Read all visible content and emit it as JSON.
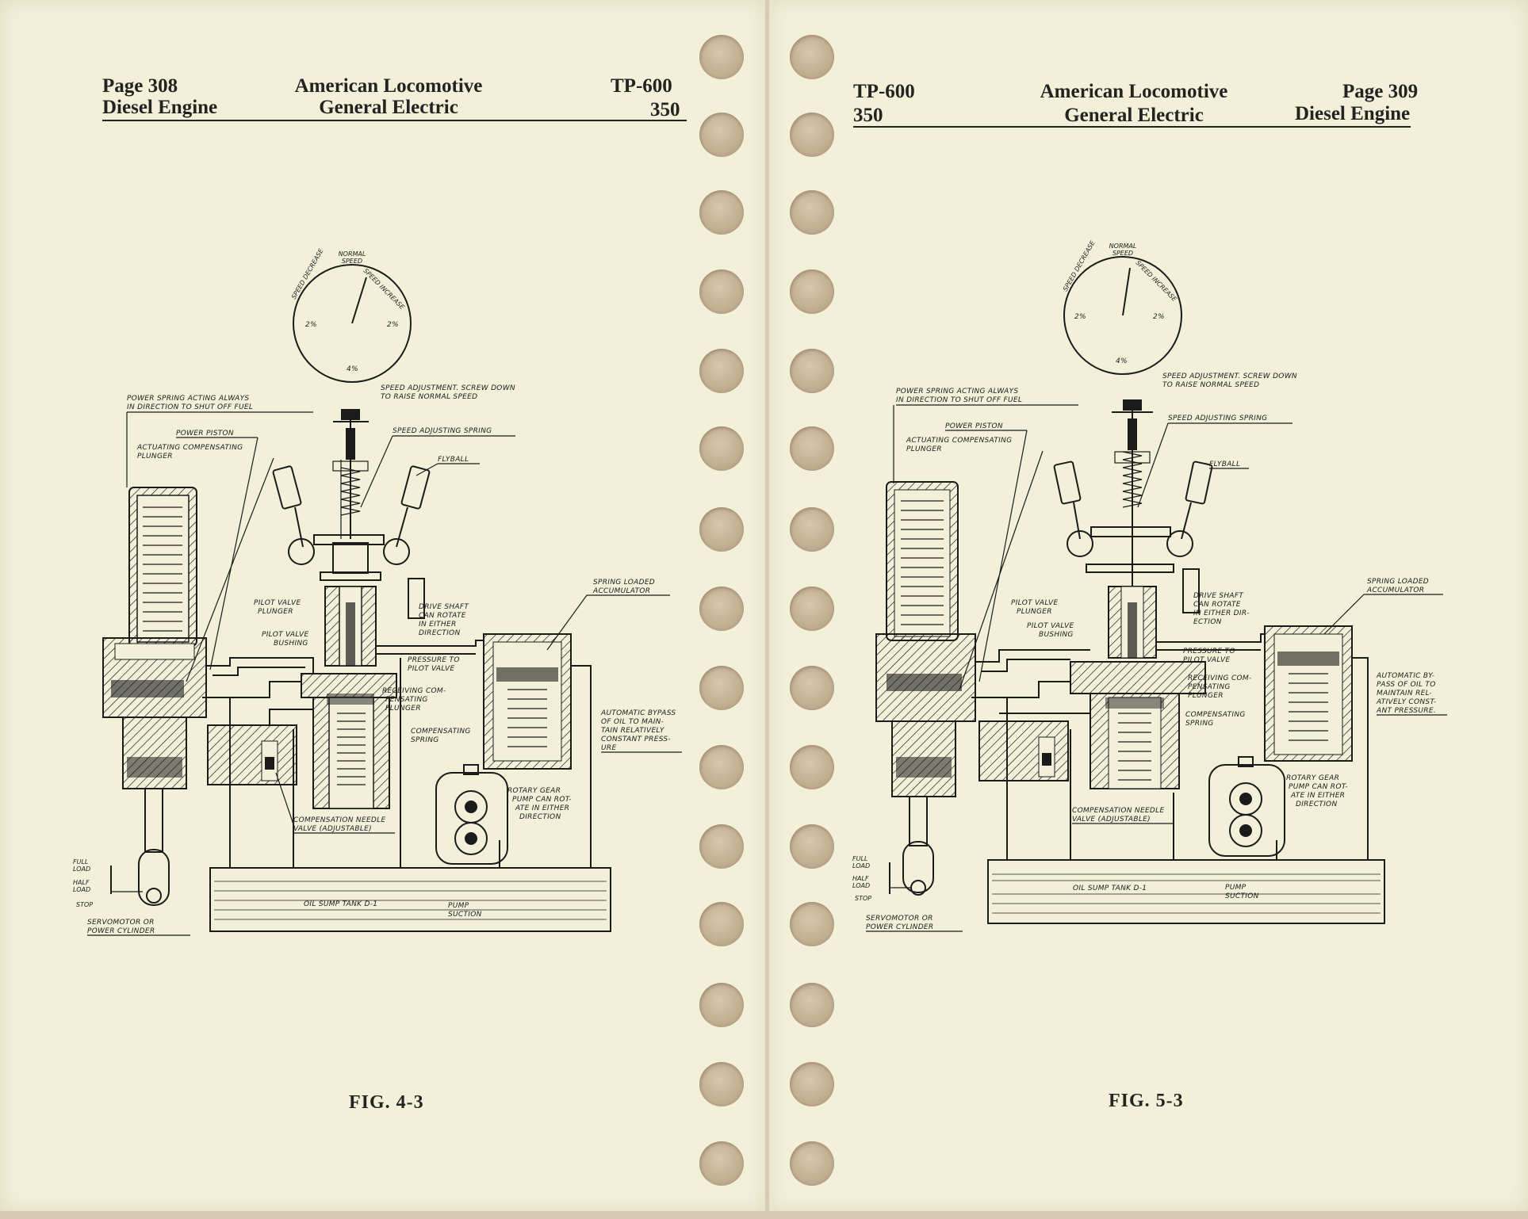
{
  "left_page": {
    "header": {
      "page_number": "Page 308",
      "engine": "Diesel Engine",
      "title_line1": "American Locomotive",
      "title_line2": "General Electric",
      "doc_code": "TP-600",
      "doc_number": "350"
    },
    "figure_caption": "FIG. 4-3",
    "labels": {
      "normal_speed_1": "NORMAL",
      "normal_speed_2": "SPEED",
      "speed_decrease": "SPEED DECREASE",
      "speed_increase": "SPEED INCREASE",
      "dial_left": "2%",
      "dial_right": "2%",
      "dial_bottom": "4%",
      "speed_adjustment_1": "SPEED ADJUSTMENT. SCREW DOWN",
      "speed_adjustment_2": "TO RAISE NORMAL SPEED",
      "power_spring_1": "POWER SPRING ACTING ALWAYS",
      "power_spring_2": "IN DIRECTION TO SHUT OFF FUEL",
      "power_piston": "POWER PISTON",
      "speed_adjusting_spring": "SPEED ADJUSTING SPRING",
      "actuating_1": "ACTUATING COMPENSATING",
      "actuating_2": "PLUNGER",
      "flyball": "FLYBALL",
      "spring_loaded_1": "SPRING LOADED",
      "spring_loaded_2": "ACCUMULATOR",
      "pilot_valve_plunger_1": "PILOT VALVE",
      "pilot_valve_plunger_2": "PLUNGER",
      "drive_shaft_1": "DRIVE SHAFT",
      "drive_shaft_2": "CAN ROTATE",
      "drive_shaft_3": "IN EITHER",
      "drive_shaft_4": "DIRECTION",
      "pilot_valve_bushing_1": "PILOT VALVE",
      "pilot_valve_bushing_2": "BUSHING",
      "pressure_1": "PRESSURE TO",
      "pressure_2": "PILOT VALVE",
      "receiving_1": "RECEIVING COM-",
      "receiving_2": "PENSATING",
      "receiving_3": "PLUNGER",
      "bypass_1": "AUTOMATIC BYPASS",
      "bypass_2": "OF OIL TO MAIN-",
      "bypass_3": "TAIN RELATIVELY",
      "bypass_4": "CONSTANT PRESS-",
      "bypass_5": "URE",
      "compensating_spring_1": "COMPENSATING",
      "compensating_spring_2": "SPRING",
      "rotary_1": "ROTARY GEAR",
      "rotary_2": "PUMP CAN ROT-",
      "rotary_3": "ATE IN EITHER",
      "rotary_4": "DIRECTION",
      "needle_1": "COMPENSATION NEEDLE",
      "needle_2": "VALVE (ADJUSTABLE)",
      "full_load_1": "FULL",
      "full_load_2": "LOAD",
      "half_load_1": "HALF",
      "half_load_2": "LOAD",
      "stop": "STOP",
      "servomotor_1": "SERVOMOTOR OR",
      "servomotor_2": "POWER CYLINDER",
      "oil_sump": "OIL SUMP TANK D-1",
      "pump_suction_1": "PUMP",
      "pump_suction_2": "SUCTION"
    }
  },
  "right_page": {
    "header": {
      "doc_code": "TP-600",
      "doc_number": "350",
      "title_line1": "American Locomotive",
      "title_line2": "General Electric",
      "page_number": "Page 309",
      "engine": "Diesel Engine"
    },
    "figure_caption": "FIG. 5-3",
    "labels": {
      "normal_speed_1": "NORMAL",
      "normal_speed_2": "SPEED",
      "speed_decrease": "SPEED DECREASE",
      "speed_increase": "SPEED INCREASE",
      "dial_left": "2%",
      "dial_right": "2%",
      "dial_bottom": "4%",
      "speed_adjustment_1": "SPEED ADJUSTMENT. SCREW DOWN",
      "speed_adjustment_2": "TO RAISE NORMAL SPEED",
      "power_spring_1": "POWER SPRING ACTING ALWAYS",
      "power_spring_2": "IN DIRECTION TO SHUT OFF FUEL",
      "power_piston": "POWER PISTON",
      "speed_adjusting_spring": "SPEED ADJUSTING SPRING",
      "actuating_1": "ACTUATING COMPENSATING",
      "actuating_2": "PLUNGER",
      "flyball": "FLYBALL",
      "spring_loaded_1": "SPRING LOADED",
      "spring_loaded_2": "ACCUMULATOR",
      "pilot_valve_plunger_1": "PILOT VALVE",
      "pilot_valve_plunger_2": "PLUNGER",
      "drive_shaft_1": "DRIVE SHAFT",
      "drive_shaft_2": "CAN ROTATE",
      "drive_shaft_3": "IN EITHER DIR-",
      "drive_shaft_4": "ECTION",
      "pilot_valve_bushing_1": "PILOT VALVE",
      "pilot_valve_bushing_2": "BUSHING",
      "pressure_1": "PRESSURE TO",
      "pressure_2": "PILOT VALVE",
      "receiving_1": "RECEIVING COM-",
      "receiving_2": "PENSATING",
      "receiving_3": "PLUNGER",
      "bypass_1": "AUTOMATIC BY-",
      "bypass_2": "PASS OF OIL TO",
      "bypass_3": "MAINTAIN REL-",
      "bypass_4": "ATIVELY CONST-",
      "bypass_5": "ANT PRESSURE.",
      "compensating_spring_1": "COMPENSATING",
      "compensating_spring_2": "SPRING",
      "rotary_1": "ROTARY GEAR",
      "rotary_2": "PUMP CAN ROT-",
      "rotary_3": "ATE IN EITHER",
      "rotary_4": "DIRECTION",
      "needle_1": "COMPENSATION NEEDLE",
      "needle_2": "VALVE (ADJUSTABLE)",
      "full_load_1": "FULL",
      "full_load_2": "LOAD",
      "half_load_1": "HALF",
      "half_load_2": "LOAD",
      "stop": "STOP",
      "servomotor_1": "SERVOMOTOR OR",
      "servomotor_2": "POWER CYLINDER",
      "oil_sump": "OIL SUMP TANK D-1",
      "pump_suction_1": "PUMP",
      "pump_suction_2": "SUCTION"
    }
  },
  "colors": {
    "paper": "#f3f0da",
    "ink": "#1b1b1b",
    "hole": "#c2ae90",
    "background": "#d9cab4"
  }
}
